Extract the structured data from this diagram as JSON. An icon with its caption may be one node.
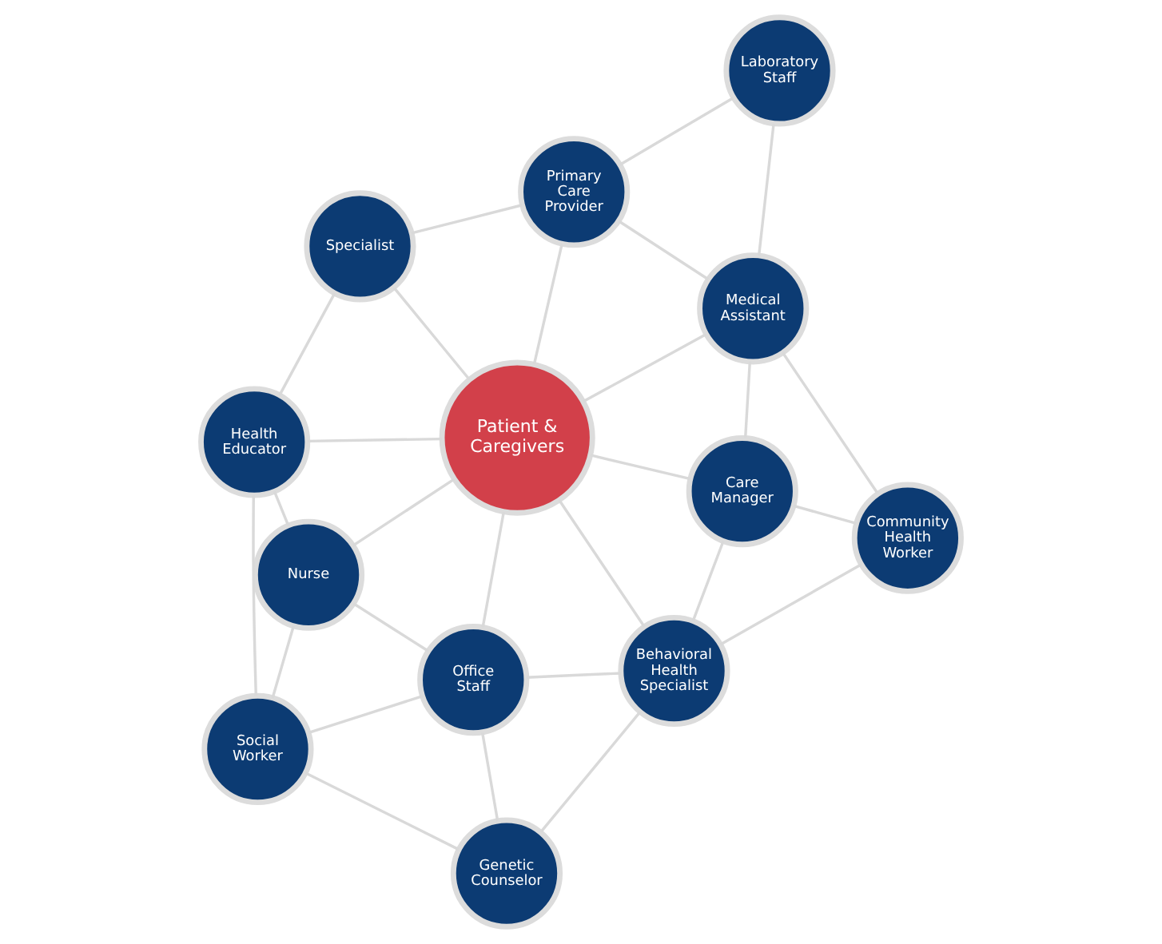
{
  "diagram": {
    "nodes": [
      {
        "text": [
          "Patient & Caregivers"
        ]
      },
      {
        "text": [
          "Specialist"
        ]
      },
      {
        "text": [
          "Health Educator"
        ]
      },
      {
        "text": [
          "Primary Care Provider"
        ]
      },
      {
        "text": [
          "Laboratory Staff"
        ]
      },
      {
        "text": [
          "Nurse"
        ]
      },
      {
        "text": [
          "Social Worker"
        ]
      },
      {
        "text": [
          "Medical Assistant"
        ]
      },
      {
        "text": [
          "Office Staff"
        ]
      },
      {
        "text": [
          "Genetic Counselor"
        ]
      },
      {
        "text": [
          "Care Manager"
        ]
      },
      {
        "text": [
          "Behavioral Health Specialist"
        ]
      },
      {
        "text": [
          "Community Health Worker"
        ]
      }
    ],
    "edges": [
      {
        "from": 1,
        "to": 2,
        "arrow": "none"
      },
      {
        "from": 3,
        "to": 1,
        "arrow": "none"
      },
      {
        "from": 1,
        "to": 0,
        "arrow": "none"
      },
      {
        "from": 4,
        "to": 3,
        "arrow": "none"
      },
      {
        "from": 3,
        "to": 0,
        "arrow": "none"
      },
      {
        "from": 3,
        "to": 7,
        "arrow": "none"
      },
      {
        "from": 4,
        "to": 7,
        "arrow": "none"
      },
      {
        "from": 2,
        "to": 0,
        "arrow": "none"
      },
      {
        "from": 2,
        "to": 5,
        "arrow": "none"
      },
      {
        "from": 2,
        "to": 6,
        "arrow": "none"
      },
      {
        "from": 0,
        "to": 5,
        "arrow": "none"
      },
      {
        "from": 5,
        "to": 6,
        "arrow": "none"
      },
      {
        "from": 5,
        "to": 8,
        "arrow": "none"
      },
      {
        "from": 6,
        "to": 8,
        "arrow": "none"
      },
      {
        "from": 6,
        "to": 9,
        "arrow": "none"
      },
      {
        "from": 7,
        "to": 0,
        "arrow": "none"
      },
      {
        "from": 0,
        "to": 8,
        "arrow": "none"
      },
      {
        "from": 8,
        "to": 9,
        "arrow": "none"
      },
      {
        "from": 7,
        "to": 10,
        "arrow": "none"
      },
      {
        "from": 10,
        "to": 0,
        "arrow": "none"
      },
      {
        "from": 0,
        "to": 11,
        "arrow": "none"
      },
      {
        "from": 8,
        "to": 11,
        "arrow": "none"
      },
      {
        "from": 7,
        "to": 12,
        "arrow": "none"
      },
      {
        "from": 10,
        "to": 12,
        "arrow": "none"
      },
      {
        "from": 10,
        "to": 11,
        "arrow": "none"
      },
      {
        "from": 12,
        "to": 11,
        "arrow": "none"
      },
      {
        "from": 9,
        "to": 11,
        "arrow": "none"
      }
    ]
  }
}
